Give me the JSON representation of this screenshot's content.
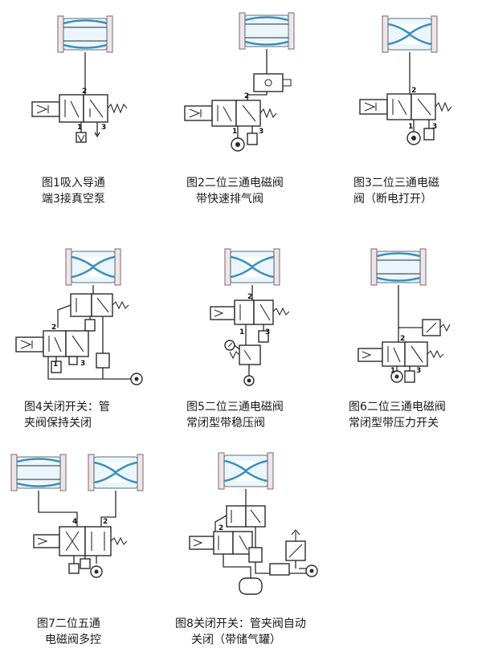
{
  "colors": {
    "line": "#2a2a2a",
    "sleeve": "#3c8fbd",
    "flange": "#f1e4e6",
    "valve_body": "#eaf6fb"
  },
  "port_labels": {
    "p1": "1",
    "p2": "2",
    "p3": "3",
    "p4": "4"
  },
  "figures": [
    {
      "id": "fig1",
      "caption_line1": "图1吸入导通",
      "caption_line2": "端3接真空泵"
    },
    {
      "id": "fig2",
      "caption_line1": "图2二位三通电磁阀",
      "caption_line2": "带快速排气阀"
    },
    {
      "id": "fig3",
      "caption_line1": "图3二位三通电磁",
      "caption_line2": "阀（断电打开）"
    },
    {
      "id": "fig4",
      "caption_line1": "图4关闭开关：管",
      "caption_line2": "夹阀保持关闭"
    },
    {
      "id": "fig5",
      "caption_line1": "图5二位三通电磁阀",
      "caption_line2": "常闭型带稳压阀"
    },
    {
      "id": "fig6",
      "caption_line1": "图6二位三通电磁阀",
      "caption_line2": "常闭型带压力开关"
    },
    {
      "id": "fig7",
      "caption_line1": "图7二位五通",
      "caption_line2": "电磁阀多控"
    },
    {
      "id": "fig8",
      "caption_line1": "图8关闭开关：管夹阀自动",
      "caption_line2": "关闭（带储气罐）"
    }
  ]
}
